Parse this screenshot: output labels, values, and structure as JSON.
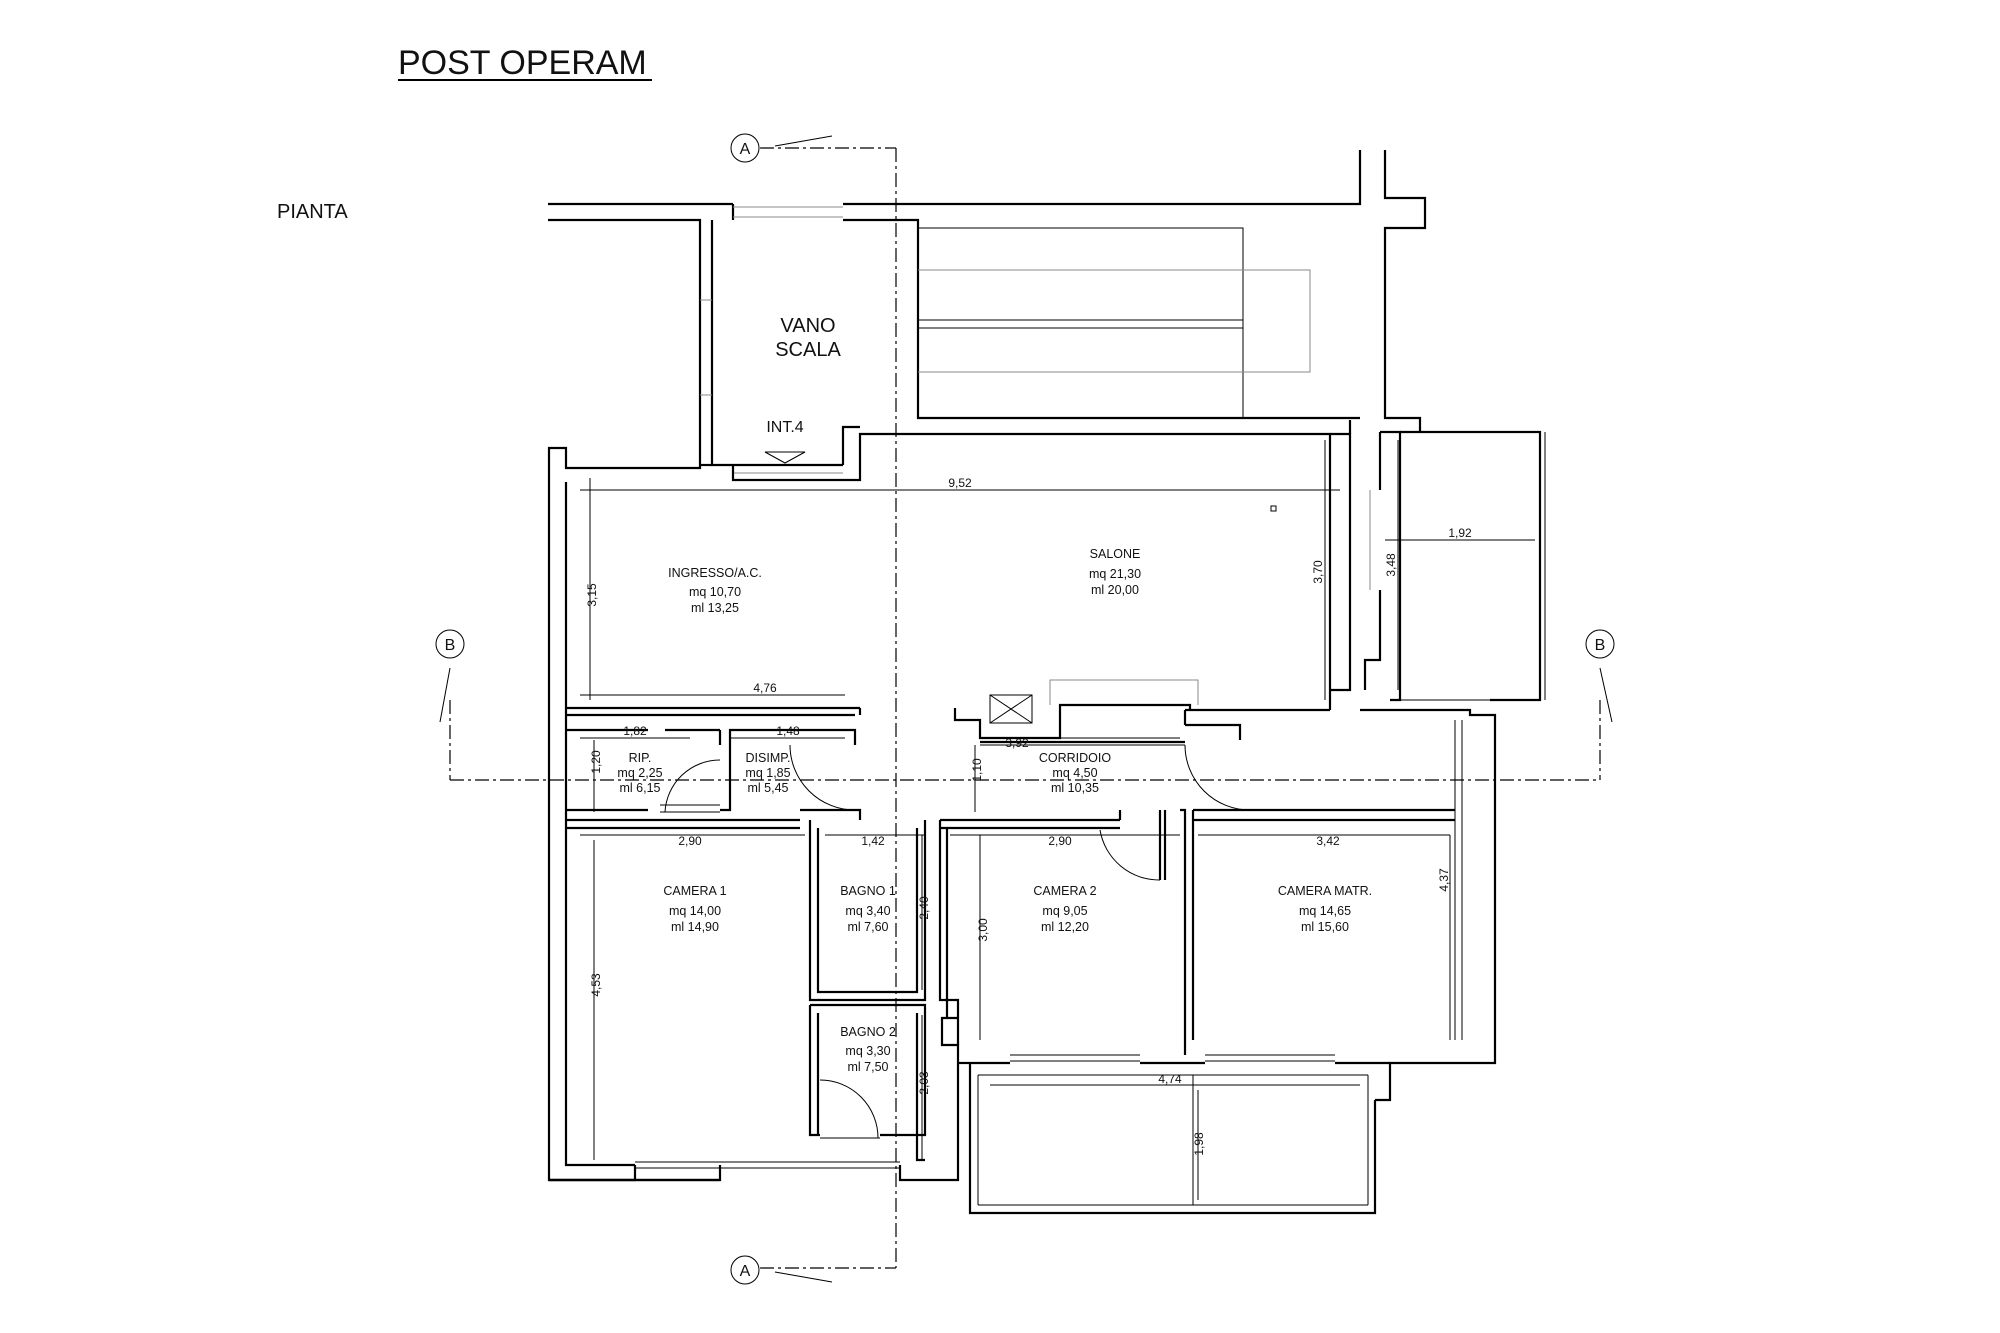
{
  "title": "POST OPERAM",
  "plan_label": "PIANTA",
  "stair": {
    "line1": "VANO",
    "line2": "SCALA",
    "entry": "INT.4"
  },
  "section_marks": {
    "a": "A",
    "b": "B"
  },
  "rooms": {
    "ingresso": {
      "name": "INGRESSO/A.C.",
      "mq": "mq  10,70",
      "ml": "ml  13,25"
    },
    "salone": {
      "name": "SALONE",
      "mq": "mq  21,30",
      "ml": "ml  20,00"
    },
    "rip": {
      "name": "RIP.",
      "mq": "mq  2,25",
      "ml": "ml  6,15"
    },
    "disimp": {
      "name": "DISIMP.",
      "mq": "mq  1,85",
      "ml": "ml  5,45"
    },
    "corridoio": {
      "name": "CORRIDOIO",
      "mq": "mq  4,50",
      "ml": "ml  10,35"
    },
    "camera1": {
      "name": "CAMERA 1",
      "mq": "mq  14,00",
      "ml": "ml  14,90"
    },
    "bagno1": {
      "name": "BAGNO 1",
      "mq": "mq  3,40",
      "ml": "ml  7,60"
    },
    "camera2": {
      "name": "CAMERA 2",
      "mq": "mq  9,05",
      "ml": "ml  12,20"
    },
    "cameramatr": {
      "name": "CAMERA MATR.",
      "mq": "mq  14,65",
      "ml": "ml  15,60"
    },
    "bagno2": {
      "name": "BAGNO 2",
      "mq": "mq  3,30",
      "ml": "ml  7,50"
    }
  },
  "dimensions": {
    "d952": "9,52",
    "d192": "1,92",
    "d315": "3,15",
    "d370": "3,70",
    "d348": "3,48",
    "d476": "4,76",
    "d182": "1,82",
    "d148": "1,48",
    "d392": "3,92",
    "d120": "1,20",
    "d110": "1,10",
    "d290a": "2,90",
    "d142": "1,42",
    "d290b": "2,90",
    "d342": "3,42",
    "d437": "4,37",
    "d240": "2,40",
    "d300": "3,00",
    "d453": "4,53",
    "d203": "2,03",
    "d474": "4,74",
    "d198": "1,98"
  }
}
